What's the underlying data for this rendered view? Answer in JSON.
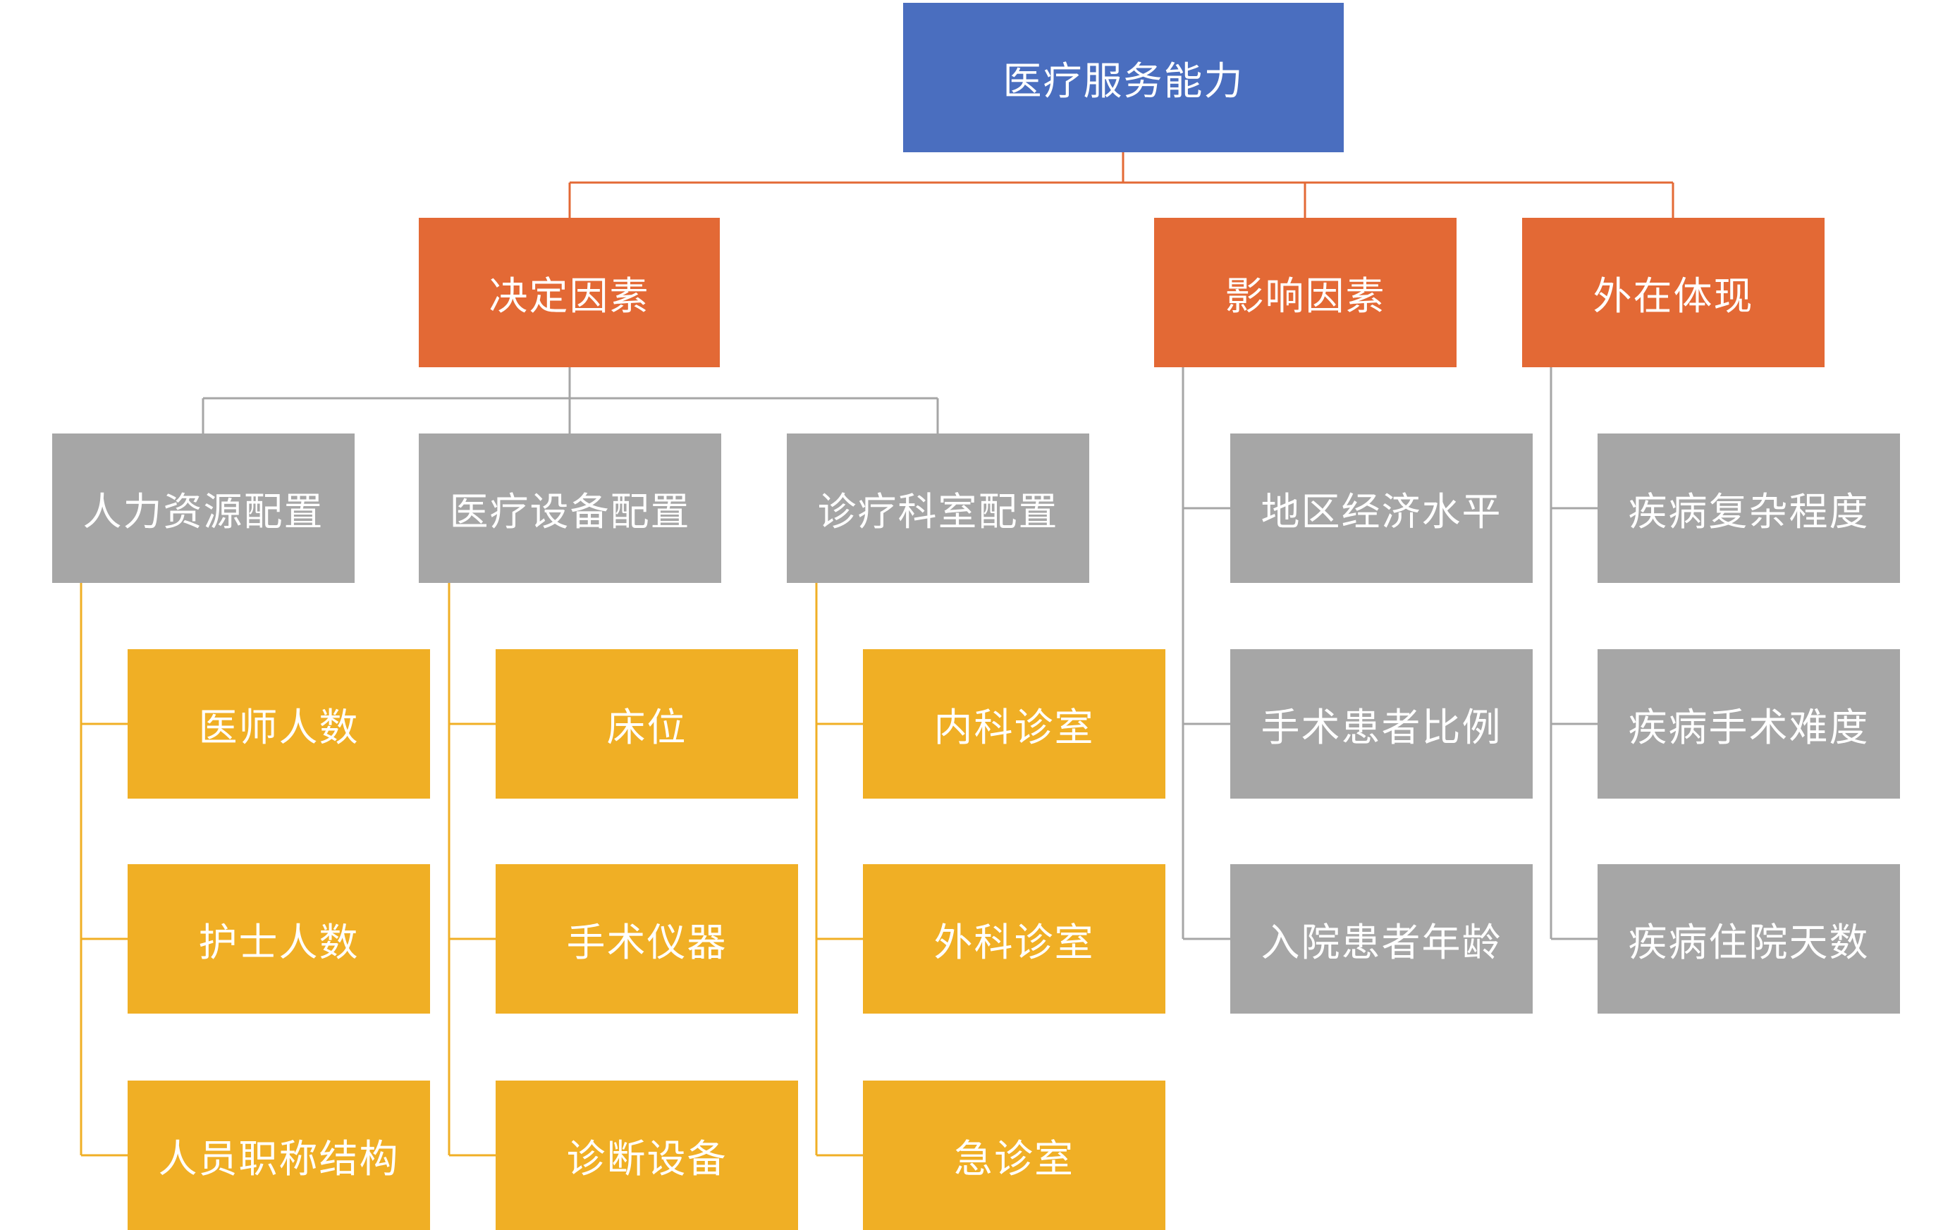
{
  "colors": {
    "root": "#4a6ebf",
    "level1": "#e36935",
    "level2": "#a6a6a6",
    "level3": "#f0af25"
  },
  "root": {
    "label": "医疗服务能力",
    "children": [
      {
        "label": "决定因素",
        "children": [
          {
            "label": "人力资源配置",
            "children": [
              "医师人数",
              "护士人数",
              "人员职称结构"
            ]
          },
          {
            "label": "医疗设备配置",
            "children": [
              "床位",
              "手术仪器",
              "诊断设备"
            ]
          },
          {
            "label": "诊疗科室配置",
            "children": [
              "内科诊室",
              "外科诊室",
              "急诊室"
            ]
          }
        ]
      },
      {
        "label": "影响因素",
        "children": [
          {
            "label": "地区经济水平"
          },
          {
            "label": "手术患者比例"
          },
          {
            "label": "入院患者年龄"
          }
        ]
      },
      {
        "label": "外在体现",
        "children": [
          {
            "label": "疾病复杂程度"
          },
          {
            "label": "疾病手术难度"
          },
          {
            "label": "疾病住院天数"
          }
        ]
      }
    ]
  }
}
